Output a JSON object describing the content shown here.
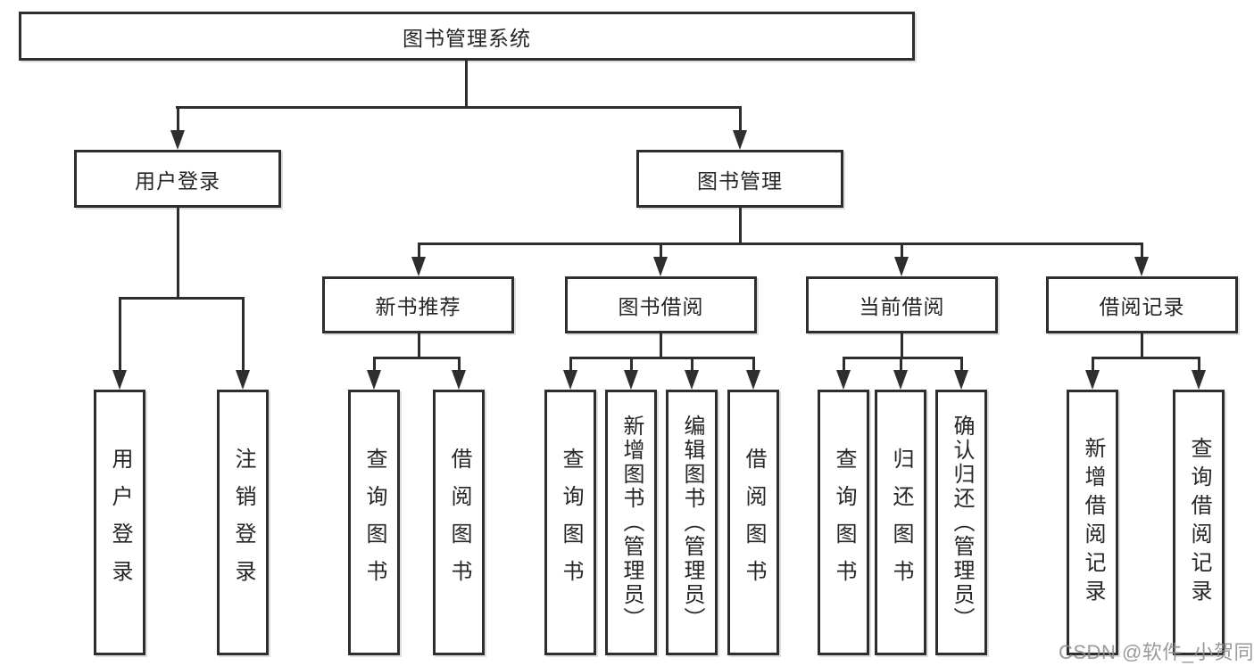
{
  "diagram_title": "图书管理系统",
  "nodes": {
    "root": {
      "label": "图书管理系统"
    },
    "user_login": {
      "label": "用户登录"
    },
    "book_management": {
      "label": "图书管理"
    },
    "new_book_recommendation": {
      "label": "新书推荐"
    },
    "book_borrowing": {
      "label": "图书借阅"
    },
    "current_borrowing": {
      "label": "当前借阅"
    },
    "borrowing_records": {
      "label": "借阅记录"
    },
    "leaf_user_login": {
      "label": "用户登录"
    },
    "leaf_logout": {
      "label": "注销登录"
    },
    "leaf_nb_query_book": {
      "label": "查询图书"
    },
    "leaf_nb_borrow_book": {
      "label": "借阅图书"
    },
    "leaf_bb_query_book": {
      "label": "查询图书"
    },
    "leaf_bb_add_book": {
      "label": "新增图书（管理员）"
    },
    "leaf_bb_edit_book": {
      "label": "编辑图书（管理员）"
    },
    "leaf_bb_borrow_book": {
      "label": "借阅图书"
    },
    "leaf_cb_query_book": {
      "label": "查询图书"
    },
    "leaf_cb_return_book": {
      "label": "归还图书"
    },
    "leaf_cb_confirm_return": {
      "label": "确认归还（管理员）"
    },
    "leaf_br_add_record": {
      "label": "新增借阅记录"
    },
    "leaf_br_query_record": {
      "label": "查询借阅记录"
    }
  },
  "watermark": {
    "text": "CSDN @软件_小贺同学"
  },
  "colors": {
    "line": "#2e2e2e",
    "box_border": "#2e2e2e",
    "text": "#262626",
    "watermark": "#8c8c8c",
    "background": "#ffffff"
  }
}
